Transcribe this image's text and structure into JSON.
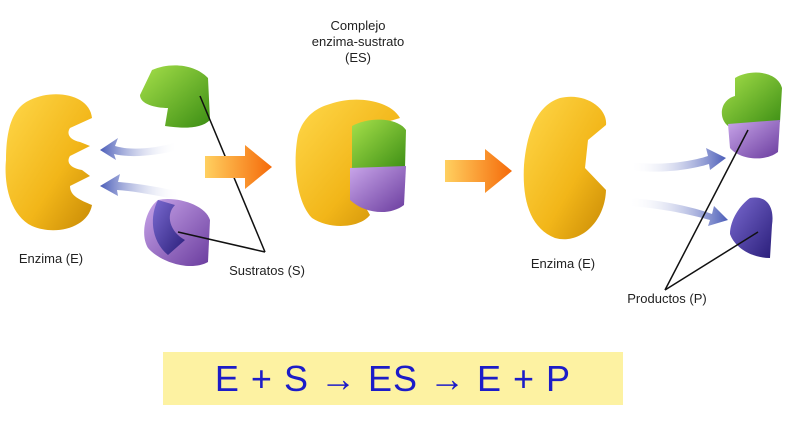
{
  "labels": {
    "complex_line1": "Complejo",
    "complex_line2": "enzima-sustrato",
    "complex_line3": "(ES)",
    "enzyme_left": "Enzima (E)",
    "substrates": "Sustratos (S)",
    "enzyme_right": "Enzima (E)",
    "products": "Productos (P)"
  },
  "equation": "E + S → ES → E + P",
  "colors": {
    "enzyme": "#f2b619",
    "substrate_green": "#6cc22a",
    "substrate_purple": "#9a6cc6",
    "arrow_orange": "#f57f12",
    "arrow_blue": "#4a5cb8",
    "equation_bg": "#fdf2a2",
    "equation_text": "#1c1cc8"
  }
}
